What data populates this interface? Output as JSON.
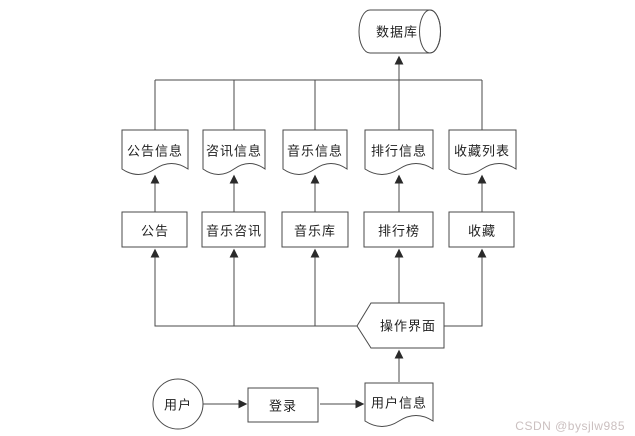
{
  "diagram": {
    "database": "数据库",
    "documents": {
      "notice_info": "公告信息",
      "news_info": "咨讯信息",
      "music_info": "音乐信息",
      "rank_info": "排行信息",
      "favorite_list": "收藏列表"
    },
    "modules": {
      "notice": "公告",
      "music_news": "音乐咨讯",
      "music_lib": "音乐库",
      "rank": "排行榜",
      "favorite": "收藏"
    },
    "operation_ui": "操作界面",
    "actor_user": "用户",
    "login": "登录",
    "user_info": "用户信息"
  },
  "watermark": {
    "text": "CSDN @bysjlw985",
    "color": "#cbc0c0"
  },
  "colors": {
    "background": "#ffffff",
    "stroke": "#4a4a4a",
    "text": "#1f1f1f"
  }
}
